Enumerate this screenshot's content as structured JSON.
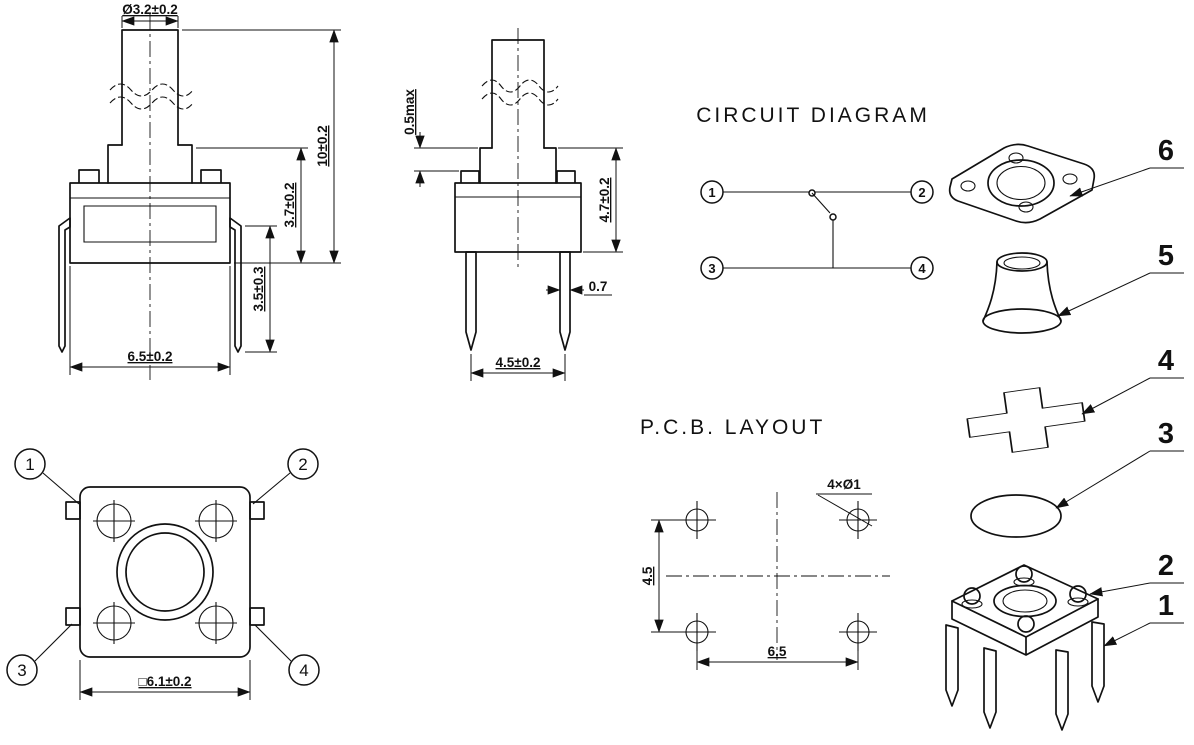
{
  "drawing": {
    "front_view": {
      "dim_cap_diameter": "Ø3.2±0.2",
      "dim_total_height": "10±0.2",
      "dim_body_height": "3.7±0.2",
      "dim_lead_length": "3.5±0.3",
      "dim_body_width": "6.5±0.2"
    },
    "side_view": {
      "dim_standoff": "0.5max",
      "dim_height": "4.7±0.2",
      "dim_lead_width": "0.7",
      "dim_lead_pitch": "4.5±0.2"
    },
    "bottom_view": {
      "pin_1": "1",
      "pin_2": "2",
      "pin_3": "3",
      "pin_4": "4",
      "dim_square_size": "□6.1±0.2"
    },
    "circuit_diagram": {
      "title": "CIRCUIT DIAGRAM",
      "pin_1": "1",
      "pin_2": "2",
      "pin_3": "3",
      "pin_4": "4"
    },
    "pcb_layout": {
      "title": "P.C.B. LAYOUT",
      "dim_hole": "4×Ø1",
      "dim_vertical_pitch": "4.5",
      "dim_horizontal_pitch": "6.5"
    },
    "exploded_view": {
      "part_6": "6",
      "part_5": "5",
      "part_4": "4",
      "part_3": "3",
      "part_2": "2",
      "part_1": "1"
    }
  }
}
